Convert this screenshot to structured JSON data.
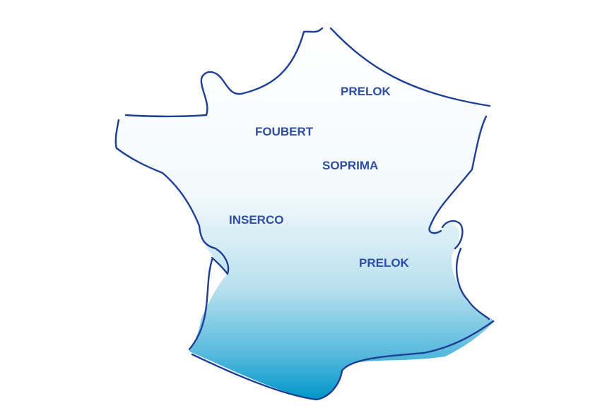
{
  "map": {
    "region": "France",
    "colors": {
      "outline": "#1f3f94",
      "label": "#2e4ea6",
      "fill_top": "#ffffff",
      "fill_bottom": "#0096c8"
    },
    "labels": [
      {
        "id": "prelok-north",
        "text": "PRELOK"
      },
      {
        "id": "foubert",
        "text": "FOUBERT"
      },
      {
        "id": "soprima",
        "text": "SOPRIMA"
      },
      {
        "id": "inserco",
        "text": "INSERCO"
      },
      {
        "id": "prelok-south",
        "text": "PRELOK"
      }
    ]
  }
}
